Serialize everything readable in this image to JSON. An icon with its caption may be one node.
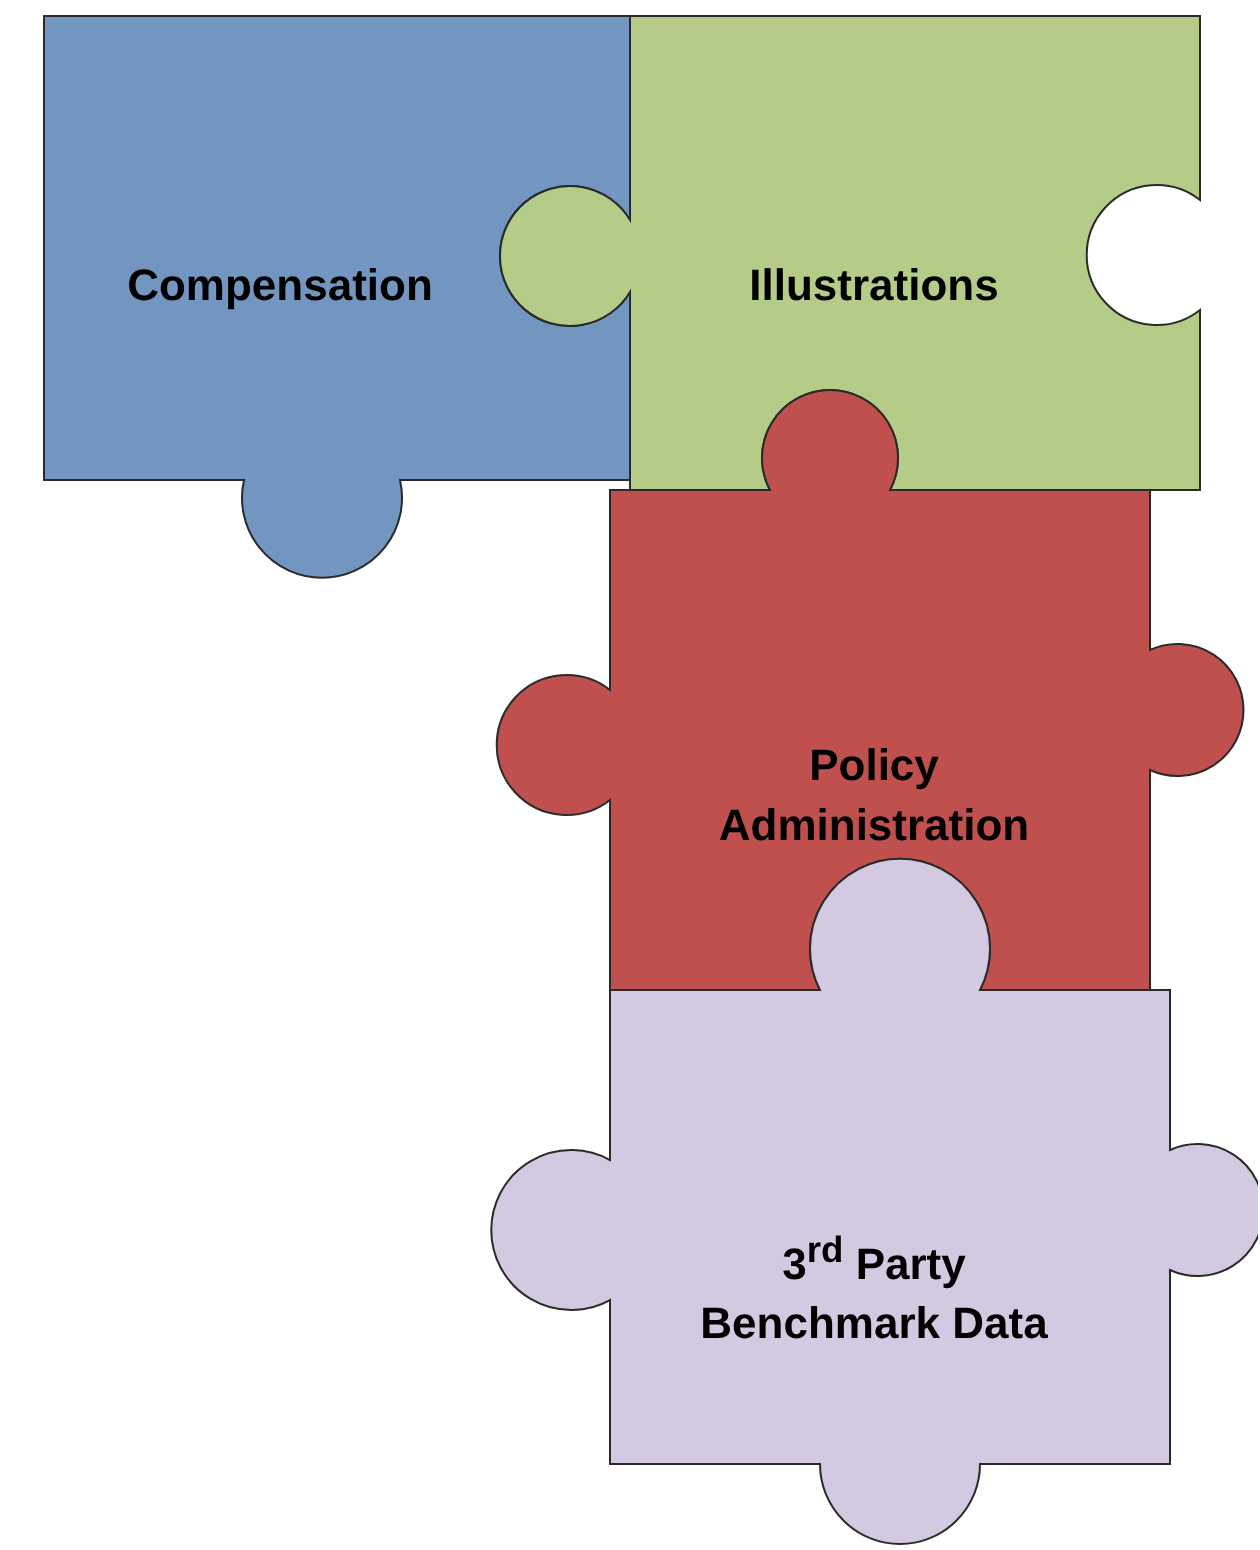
{
  "diagram": {
    "nodes": [
      {
        "text": [
          "Compensation"
        ]
      },
      {
        "text": [
          "Illustrations"
        ]
      },
      {
        "text": [
          "Policy Administration"
        ]
      },
      {
        "text": [
          "3$^{rd}$ Party Benchmark Data"
        ]
      }
    ]
  }
}
